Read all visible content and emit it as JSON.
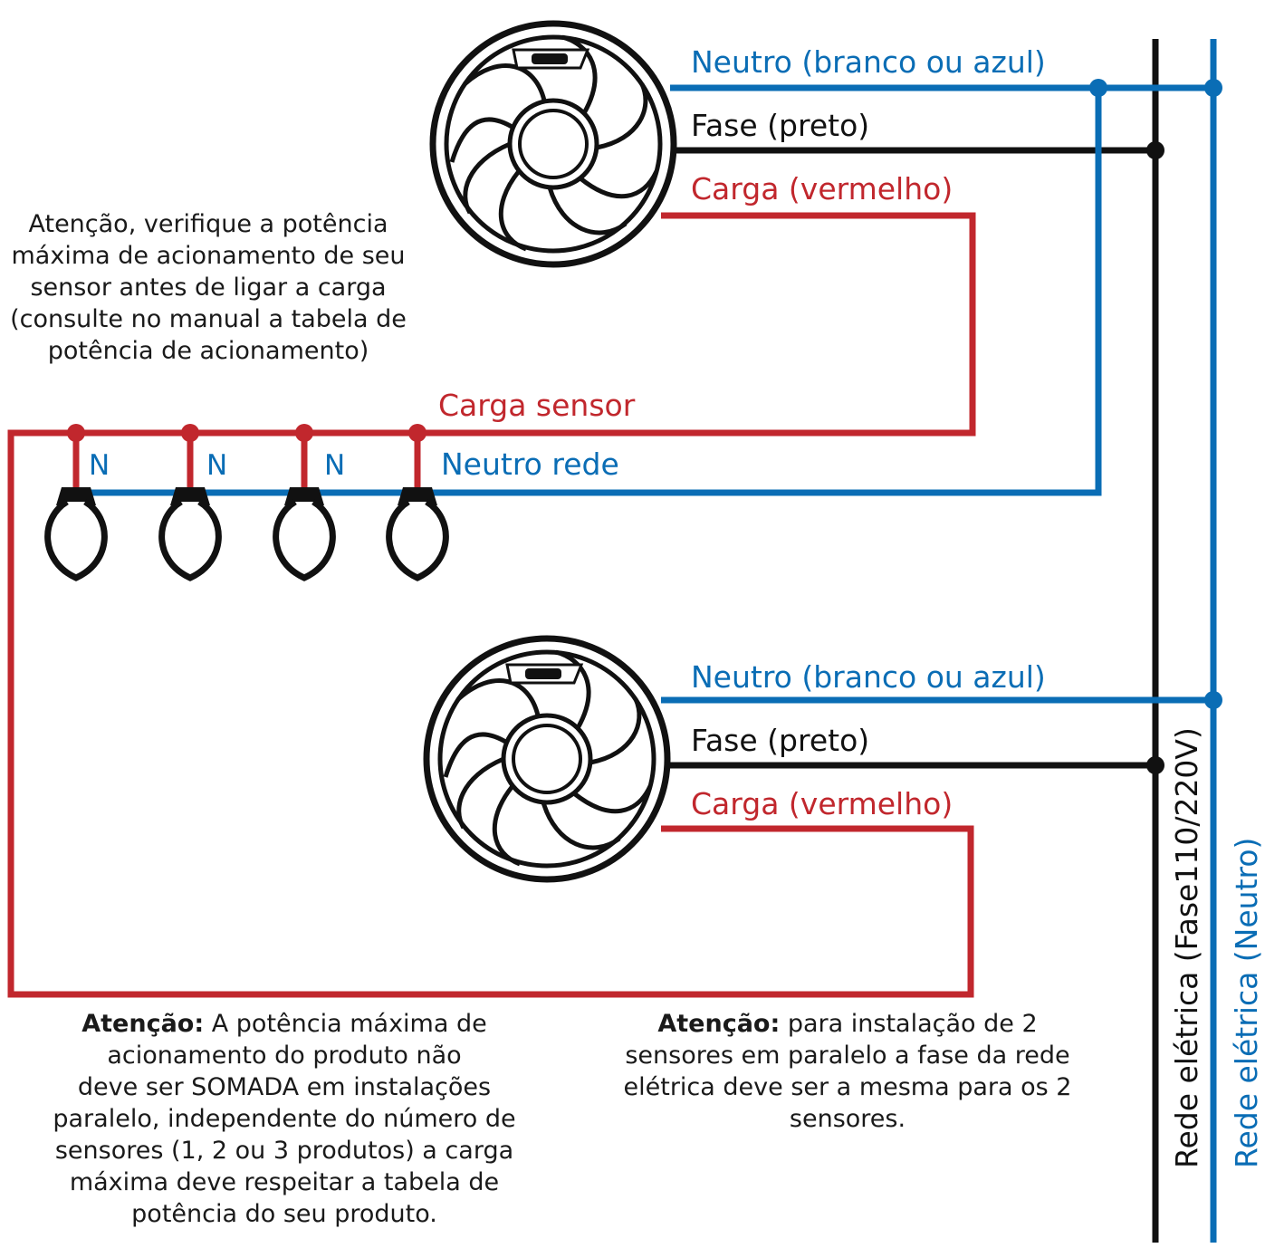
{
  "colors": {
    "neutral": "#0a6db5",
    "phase": "#111111",
    "load": "#c1272d"
  },
  "sensor_top": {
    "icon": "sensor-icon",
    "neutral_label": "Neutro (branco ou azul)",
    "phase_label": "Fase (preto)",
    "load_label": "Carga (vermelho)"
  },
  "sensor_bottom": {
    "icon": "sensor-icon",
    "neutral_label": "Neutro (branco ou azul)",
    "phase_label": "Fase (preto)",
    "load_label": "Carga (vermelho)"
  },
  "load_wire_label": "Carga sensor",
  "neutral_wire_label": "Neutro rede",
  "lamps": [
    {
      "icon": "bulb-icon",
      "neutral_label": "N"
    },
    {
      "icon": "bulb-icon",
      "neutral_label": "N"
    },
    {
      "icon": "bulb-icon",
      "neutral_label": "N"
    },
    {
      "icon": "bulb-icon",
      "neutral_label": ""
    }
  ],
  "bus_phase_label": "Rede elétrica (Fase110/220V)",
  "bus_neutral_label": "Rede elétrica (Neutro)",
  "note_top": [
    "Atenção, verifique a potência",
    "máxima de acionamento de seu",
    "sensor  antes de ligar a carga",
    "(consulte no manual a tabela de",
    "potência de acionamento)"
  ],
  "note_left": {
    "bold": "Atenção:",
    "first_line_rest": " A potência máxima de",
    "lines": [
      "acionamento do produto não",
      "deve ser SOMADA em instalações",
      "paralelo, independente do número de",
      "sensores (1, 2 ou 3 produtos) a carga",
      "máxima deve respeitar a tabela de",
      "potência do seu produto."
    ]
  },
  "note_right": {
    "bold": "Atenção:",
    "first_line_rest": " para instalação de 2",
    "lines": [
      "sensores em paralelo a fase da rede",
      "elétrica deve ser a mesma para os 2",
      "sensores."
    ]
  }
}
